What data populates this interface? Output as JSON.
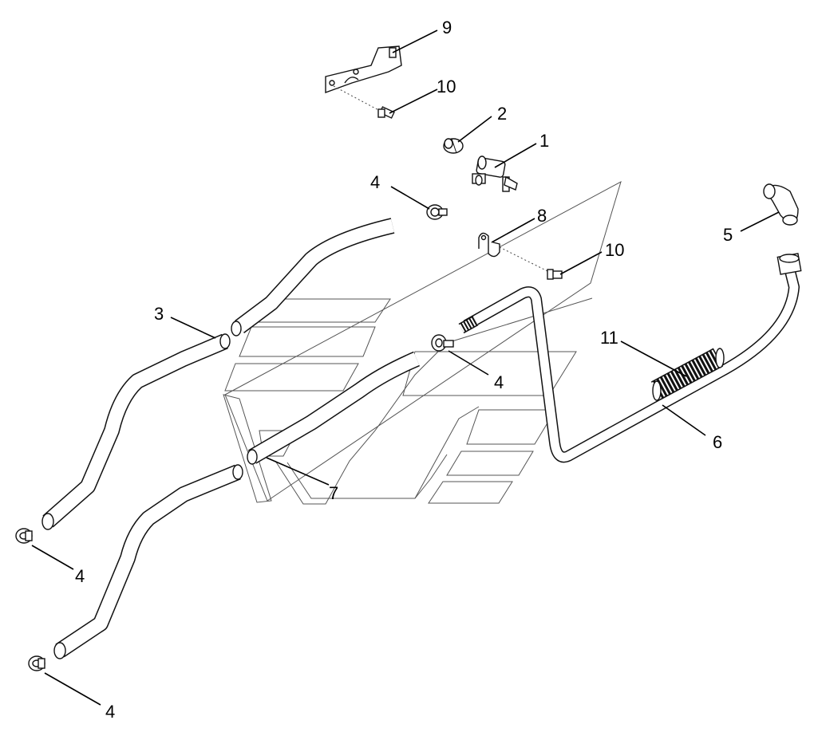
{
  "callouts": {
    "c1": "1",
    "c2": "2",
    "c3": "3",
    "c4a": "4",
    "c4b": "4",
    "c4c": "4",
    "c4d": "4",
    "c5": "5",
    "c6": "6",
    "c7": "7",
    "c8": "8",
    "c9": "9",
    "c10a": "10",
    "c10b": "10",
    "c11": "11"
  }
}
